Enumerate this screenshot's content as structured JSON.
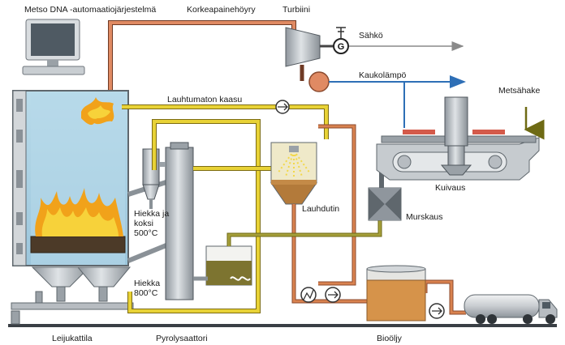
{
  "labels": {
    "dna": "Metso DNA -automaatiojärjestelmä",
    "steam": "Korkeapainehöyry",
    "turbine": "Turbiini",
    "electricity": "Sähkö",
    "district_heat": "Kaukolämpö",
    "forest_chips": "Metsähake",
    "noncond_gas": "Lauhtumaton kaasu",
    "condenser": "Lauhdutin",
    "drying": "Kuivaus",
    "crushing": "Murskaus",
    "sand_coke": "Hiekka ja koksi 500°C",
    "sand_hot": "Hiekka 800°C",
    "boiler": "Leijukattila",
    "pyrolysis": "Pyrolysaattori",
    "bio_oil": "Bioöljy",
    "generator": "G"
  },
  "colors": {
    "steam_pipe": "#d9724a",
    "gas_pipe": "#e3cc2a",
    "district_heat": "#2e6fb6",
    "electricity": "#8a8a8a",
    "oil_pipe": "#c8894e",
    "boiler_fill": "#a9cfe3",
    "equipment_gray": "#a7adb3",
    "oil_fill": "#cf8d43"
  }
}
